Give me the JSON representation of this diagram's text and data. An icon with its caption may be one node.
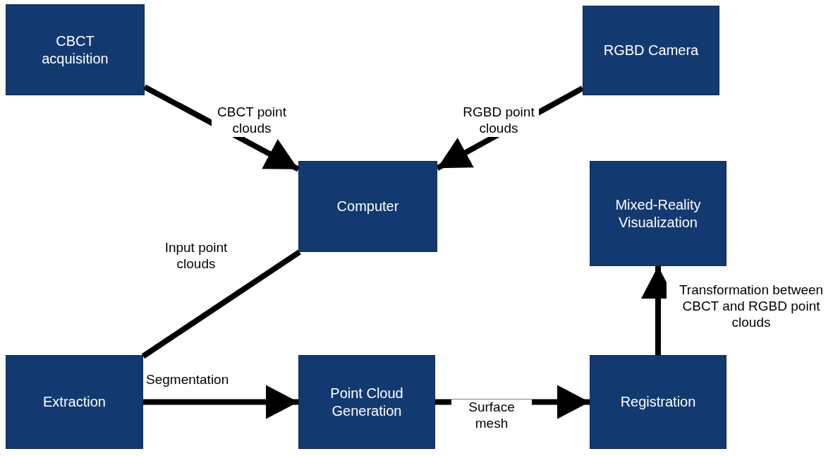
{
  "diagram": {
    "nodes": [
      {
        "text": [
          "CBCT acquisition"
        ]
      },
      {
        "text": [
          "RGBD Camera"
        ]
      },
      {
        "text": [
          "Computer"
        ]
      },
      {
        "text": [
          "Mixed-Reality Visualization"
        ]
      },
      {
        "text": [
          "Extraction"
        ]
      },
      {
        "text": [
          "Point Cloud Generation"
        ]
      },
      {
        "text": [
          "Registration"
        ]
      }
    ],
    "edges": [
      {
        "from": 0,
        "to": 2,
        "arrow": "to",
        "label": "CBCT point clouds"
      },
      {
        "from": 1,
        "to": 2,
        "arrow": "to",
        "label": "RGBD point clouds"
      },
      {
        "from": 4,
        "to": 2,
        "arrow": "none",
        "label": "Input point clouds"
      },
      {
        "from": 4,
        "to": 5,
        "arrow": "to",
        "label": "Segmentation"
      },
      {
        "from": 5,
        "to": 6,
        "arrow": "to",
        "label": "Surface mesh"
      },
      {
        "from": 6,
        "to": 3,
        "arrow": "to",
        "label": "Transformation between CBCT and RGBD point clouds"
      }
    ]
  }
}
